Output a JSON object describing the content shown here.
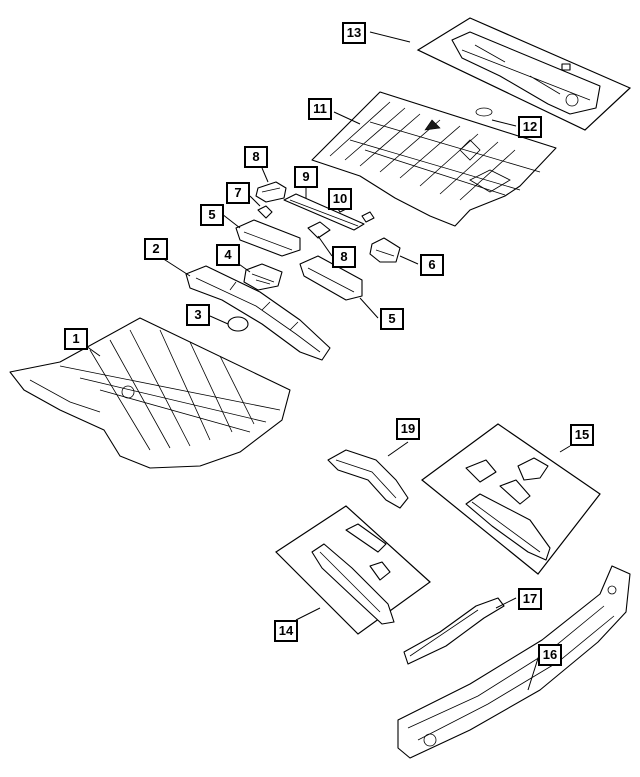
{
  "diagram": {
    "callouts": [
      {
        "id": "c1",
        "label": "1"
      },
      {
        "id": "c2",
        "label": "2"
      },
      {
        "id": "c3",
        "label": "3"
      },
      {
        "id": "c4",
        "label": "4"
      },
      {
        "id": "c5a",
        "label": "5"
      },
      {
        "id": "c5b",
        "label": "5"
      },
      {
        "id": "c6",
        "label": "6"
      },
      {
        "id": "c7",
        "label": "7"
      },
      {
        "id": "c8a",
        "label": "8"
      },
      {
        "id": "c8b",
        "label": "8"
      },
      {
        "id": "c9",
        "label": "9"
      },
      {
        "id": "c10",
        "label": "10"
      },
      {
        "id": "c11",
        "label": "11"
      },
      {
        "id": "c12",
        "label": "12"
      },
      {
        "id": "c13",
        "label": "13"
      },
      {
        "id": "c14",
        "label": "14"
      },
      {
        "id": "c15",
        "label": "15"
      },
      {
        "id": "c16",
        "label": "16"
      },
      {
        "id": "c17",
        "label": "17"
      },
      {
        "id": "c19",
        "label": "19"
      }
    ]
  }
}
